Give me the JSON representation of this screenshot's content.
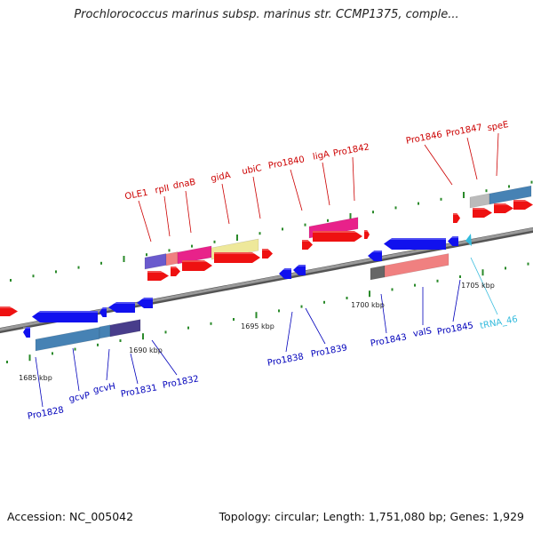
{
  "title": "Prochlorococcus marinus subsp. marinus str. CCMP1375, comple...",
  "footer": {
    "accession": "Accession: NC_005042",
    "topology": "Topology: circular; Length: 1,751,080 bp; Genes: 1,929"
  },
  "colors": {
    "backbone": "#7a7a7a",
    "forward_label": "#cc0000",
    "reverse_label": "#0000bb",
    "trna_label": "#33bbdd",
    "tick": "#2a8a2a"
  },
  "scale": {
    "ticks": [
      {
        "label": "1685 kbp"
      },
      {
        "label": "1690 kbp"
      },
      {
        "label": "1695 kbp"
      },
      {
        "label": "1700 kbp"
      },
      {
        "label": "1705 kbp"
      }
    ]
  },
  "features": [
    {
      "name": "OLE1",
      "strand": "forward",
      "category": "red",
      "color": "#ee1111"
    },
    {
      "name": "rplI",
      "strand": "forward",
      "category": "red",
      "color": "#ee1111"
    },
    {
      "name": "dnaB",
      "strand": "forward",
      "category": "red",
      "color": "#ee1111"
    },
    {
      "name": "gidA",
      "strand": "forward",
      "category": "red",
      "color": "#ee1111"
    },
    {
      "name": "ubiC",
      "strand": "forward",
      "category": "red",
      "color": "#ee1111"
    },
    {
      "name": "Pro1840",
      "strand": "forward",
      "category": "red",
      "color": "#ee1111"
    },
    {
      "name": "ligA",
      "strand": "forward",
      "category": "red",
      "color": "#ee1111"
    },
    {
      "name": "Pro1842",
      "strand": "forward",
      "category": "red",
      "color": "#ee1111"
    },
    {
      "name": "Pro1846",
      "strand": "forward",
      "category": "red",
      "color": "#ee1111"
    },
    {
      "name": "Pro1847",
      "strand": "forward",
      "category": "red",
      "color": "#ee1111"
    },
    {
      "name": "speE",
      "strand": "forward",
      "category": "red",
      "color": "#ee1111"
    },
    {
      "name": "Pro1828",
      "strand": "reverse",
      "category": "blue",
      "color": "#1111ee"
    },
    {
      "name": "gcvP",
      "strand": "reverse",
      "category": "blue",
      "color": "#1111ee"
    },
    {
      "name": "gcvH",
      "strand": "reverse",
      "category": "blue",
      "color": "#1111ee"
    },
    {
      "name": "Pro1831",
      "strand": "reverse",
      "category": "blue",
      "color": "#1111ee"
    },
    {
      "name": "Pro1832",
      "strand": "reverse",
      "category": "blue",
      "color": "#1111ee"
    },
    {
      "name": "Pro1838",
      "strand": "reverse",
      "category": "blue",
      "color": "#1111ee"
    },
    {
      "name": "Pro1839",
      "strand": "reverse",
      "category": "blue",
      "color": "#1111ee"
    },
    {
      "name": "Pro1843",
      "strand": "reverse",
      "category": "blue",
      "color": "#1111ee"
    },
    {
      "name": "valS",
      "strand": "reverse",
      "category": "blue",
      "color": "#1111ee"
    },
    {
      "name": "Pro1845",
      "strand": "reverse",
      "category": "blue",
      "color": "#1111ee"
    },
    {
      "name": "tRNA_46",
      "strand": "reverse",
      "category": "trna",
      "color": "#33bbdd"
    }
  ]
}
